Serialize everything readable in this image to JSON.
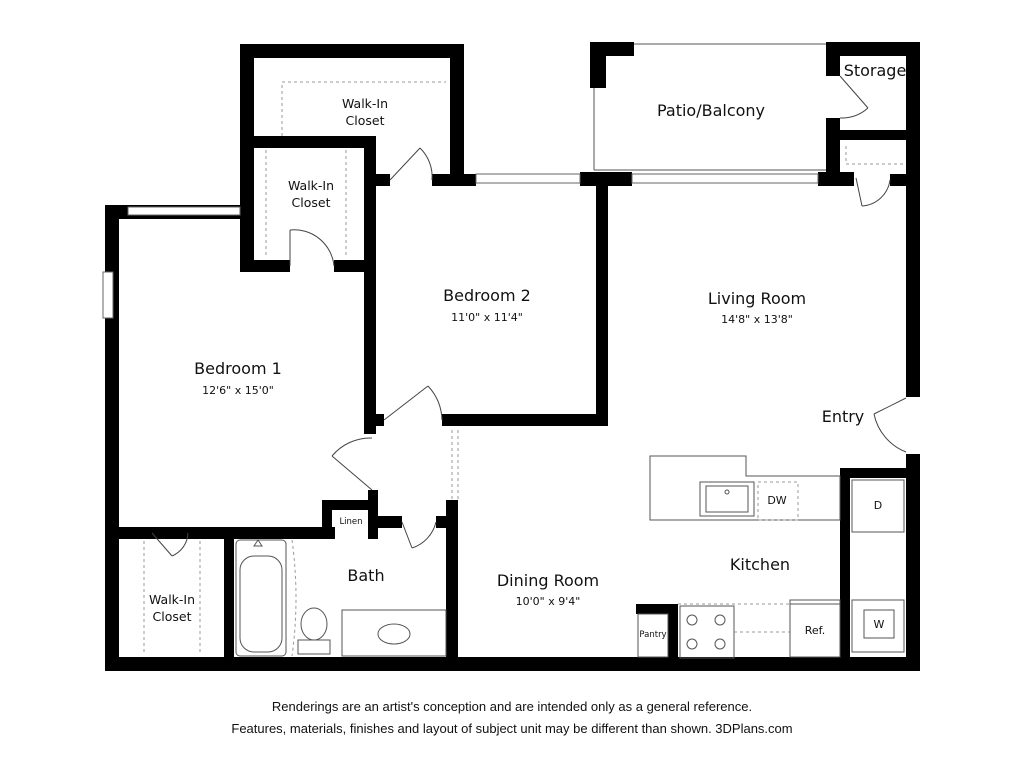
{
  "rooms": {
    "walkin_closet_top": {
      "line1": "Walk-In",
      "line2": "Closet"
    },
    "walkin_closet_mid": {
      "line1": "Walk-In",
      "line2": "Closet"
    },
    "walkin_closet_bottom": {
      "line1": "Walk-In",
      "line2": "Closet"
    },
    "patio": {
      "name": "Patio/Balcony"
    },
    "storage": {
      "name": "Storage"
    },
    "bedroom1": {
      "name": "Bedroom 1",
      "dims": "12'6\" x 15'0\""
    },
    "bedroom2": {
      "name": "Bedroom 2",
      "dims": "11'0\" x 11'4\""
    },
    "living": {
      "name": "Living Room",
      "dims": "14'8\" x 13'8\""
    },
    "entry": {
      "name": "Entry"
    },
    "dining": {
      "name": "Dining Room",
      "dims": "10'0\" x 9'4\""
    },
    "kitchen": {
      "name": "Kitchen"
    },
    "bath": {
      "name": "Bath"
    },
    "linen": {
      "name": "Linen"
    }
  },
  "fixtures": {
    "dishwasher": "DW",
    "dryer": "D",
    "washer": "W",
    "refrigerator": "Ref.",
    "pantry": "Pantry"
  },
  "disclaimer": {
    "line1": "Renderings are an artist's conception and are intended only as a general reference.",
    "line2": "Features, materials, finishes and layout of subject unit may be different than shown. 3DPlans.com"
  }
}
